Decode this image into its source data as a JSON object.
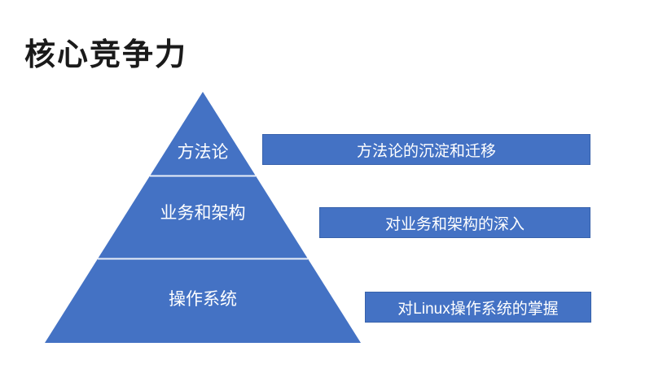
{
  "slide": {
    "title": "核心竞争力",
    "colors": {
      "accent_blue": "#4472C4",
      "divider_line": "#e9eff8",
      "text_on_blue": "#ffffff",
      "title_text": "#1a1a1a",
      "background": "#ffffff"
    },
    "pyramid": {
      "levels": [
        {
          "label": "方法论"
        },
        {
          "label": "业务和架构"
        },
        {
          "label": "操作系统"
        }
      ]
    },
    "callouts": [
      {
        "label": "方法论的沉淀和迁移"
      },
      {
        "label": "对业务和架构的深入"
      },
      {
        "label": "对Linux操作系统的掌握"
      }
    ]
  }
}
